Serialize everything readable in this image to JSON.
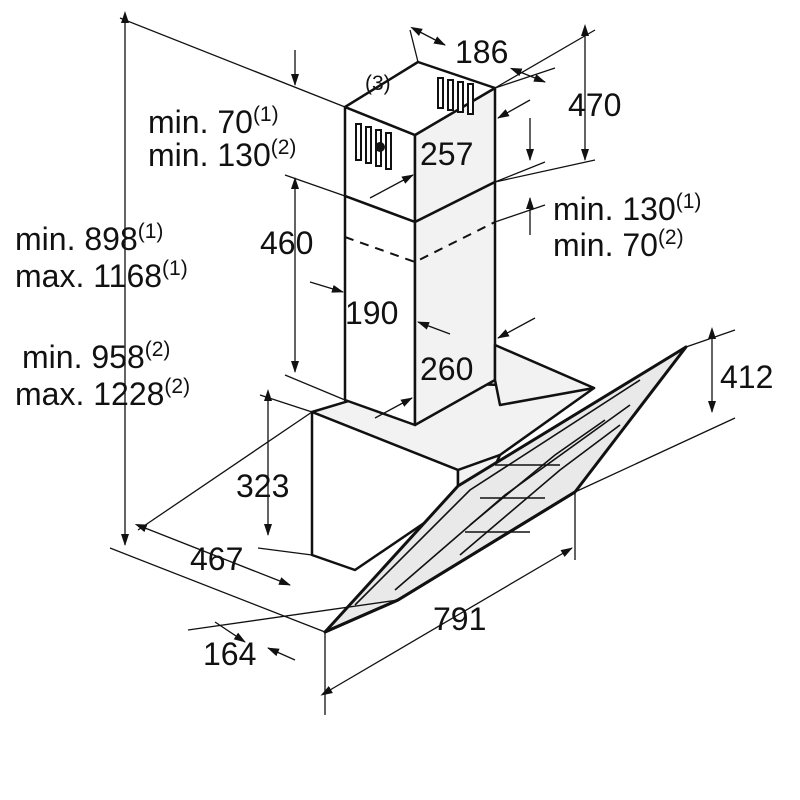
{
  "diagram": {
    "dimensions": {
      "chimney_width_top": "186",
      "chimney_upper_height": "470",
      "chimney_depth": "257",
      "chimney_lower_height": "460",
      "chimney_inner_width": "190",
      "chimney_inner_depth": "260",
      "hood_front_height": "412",
      "hood_body_height": "323",
      "hood_depth": "467",
      "hood_glass_offset": "164",
      "hood_width": "791"
    },
    "notes": {
      "ref3": "(3)",
      "top_left_line1": "min. 70",
      "top_left_line1_sup": "(1)",
      "top_left_line2": "min. 130",
      "top_left_line2_sup": "(2)",
      "right_line1": "min. 130",
      "right_line1_sup": "(1)",
      "right_line2": "min. 70",
      "right_line2_sup": "(2)",
      "total1_line1": "min. 898",
      "total1_line1_sup": "(1)",
      "total1_line2": "max. 1168",
      "total1_line2_sup": "(1)",
      "total2_line1": "min. 958",
      "total2_line1_sup": "(2)",
      "total2_line2": "max. 1228",
      "total2_line2_sup": "(2)"
    }
  }
}
